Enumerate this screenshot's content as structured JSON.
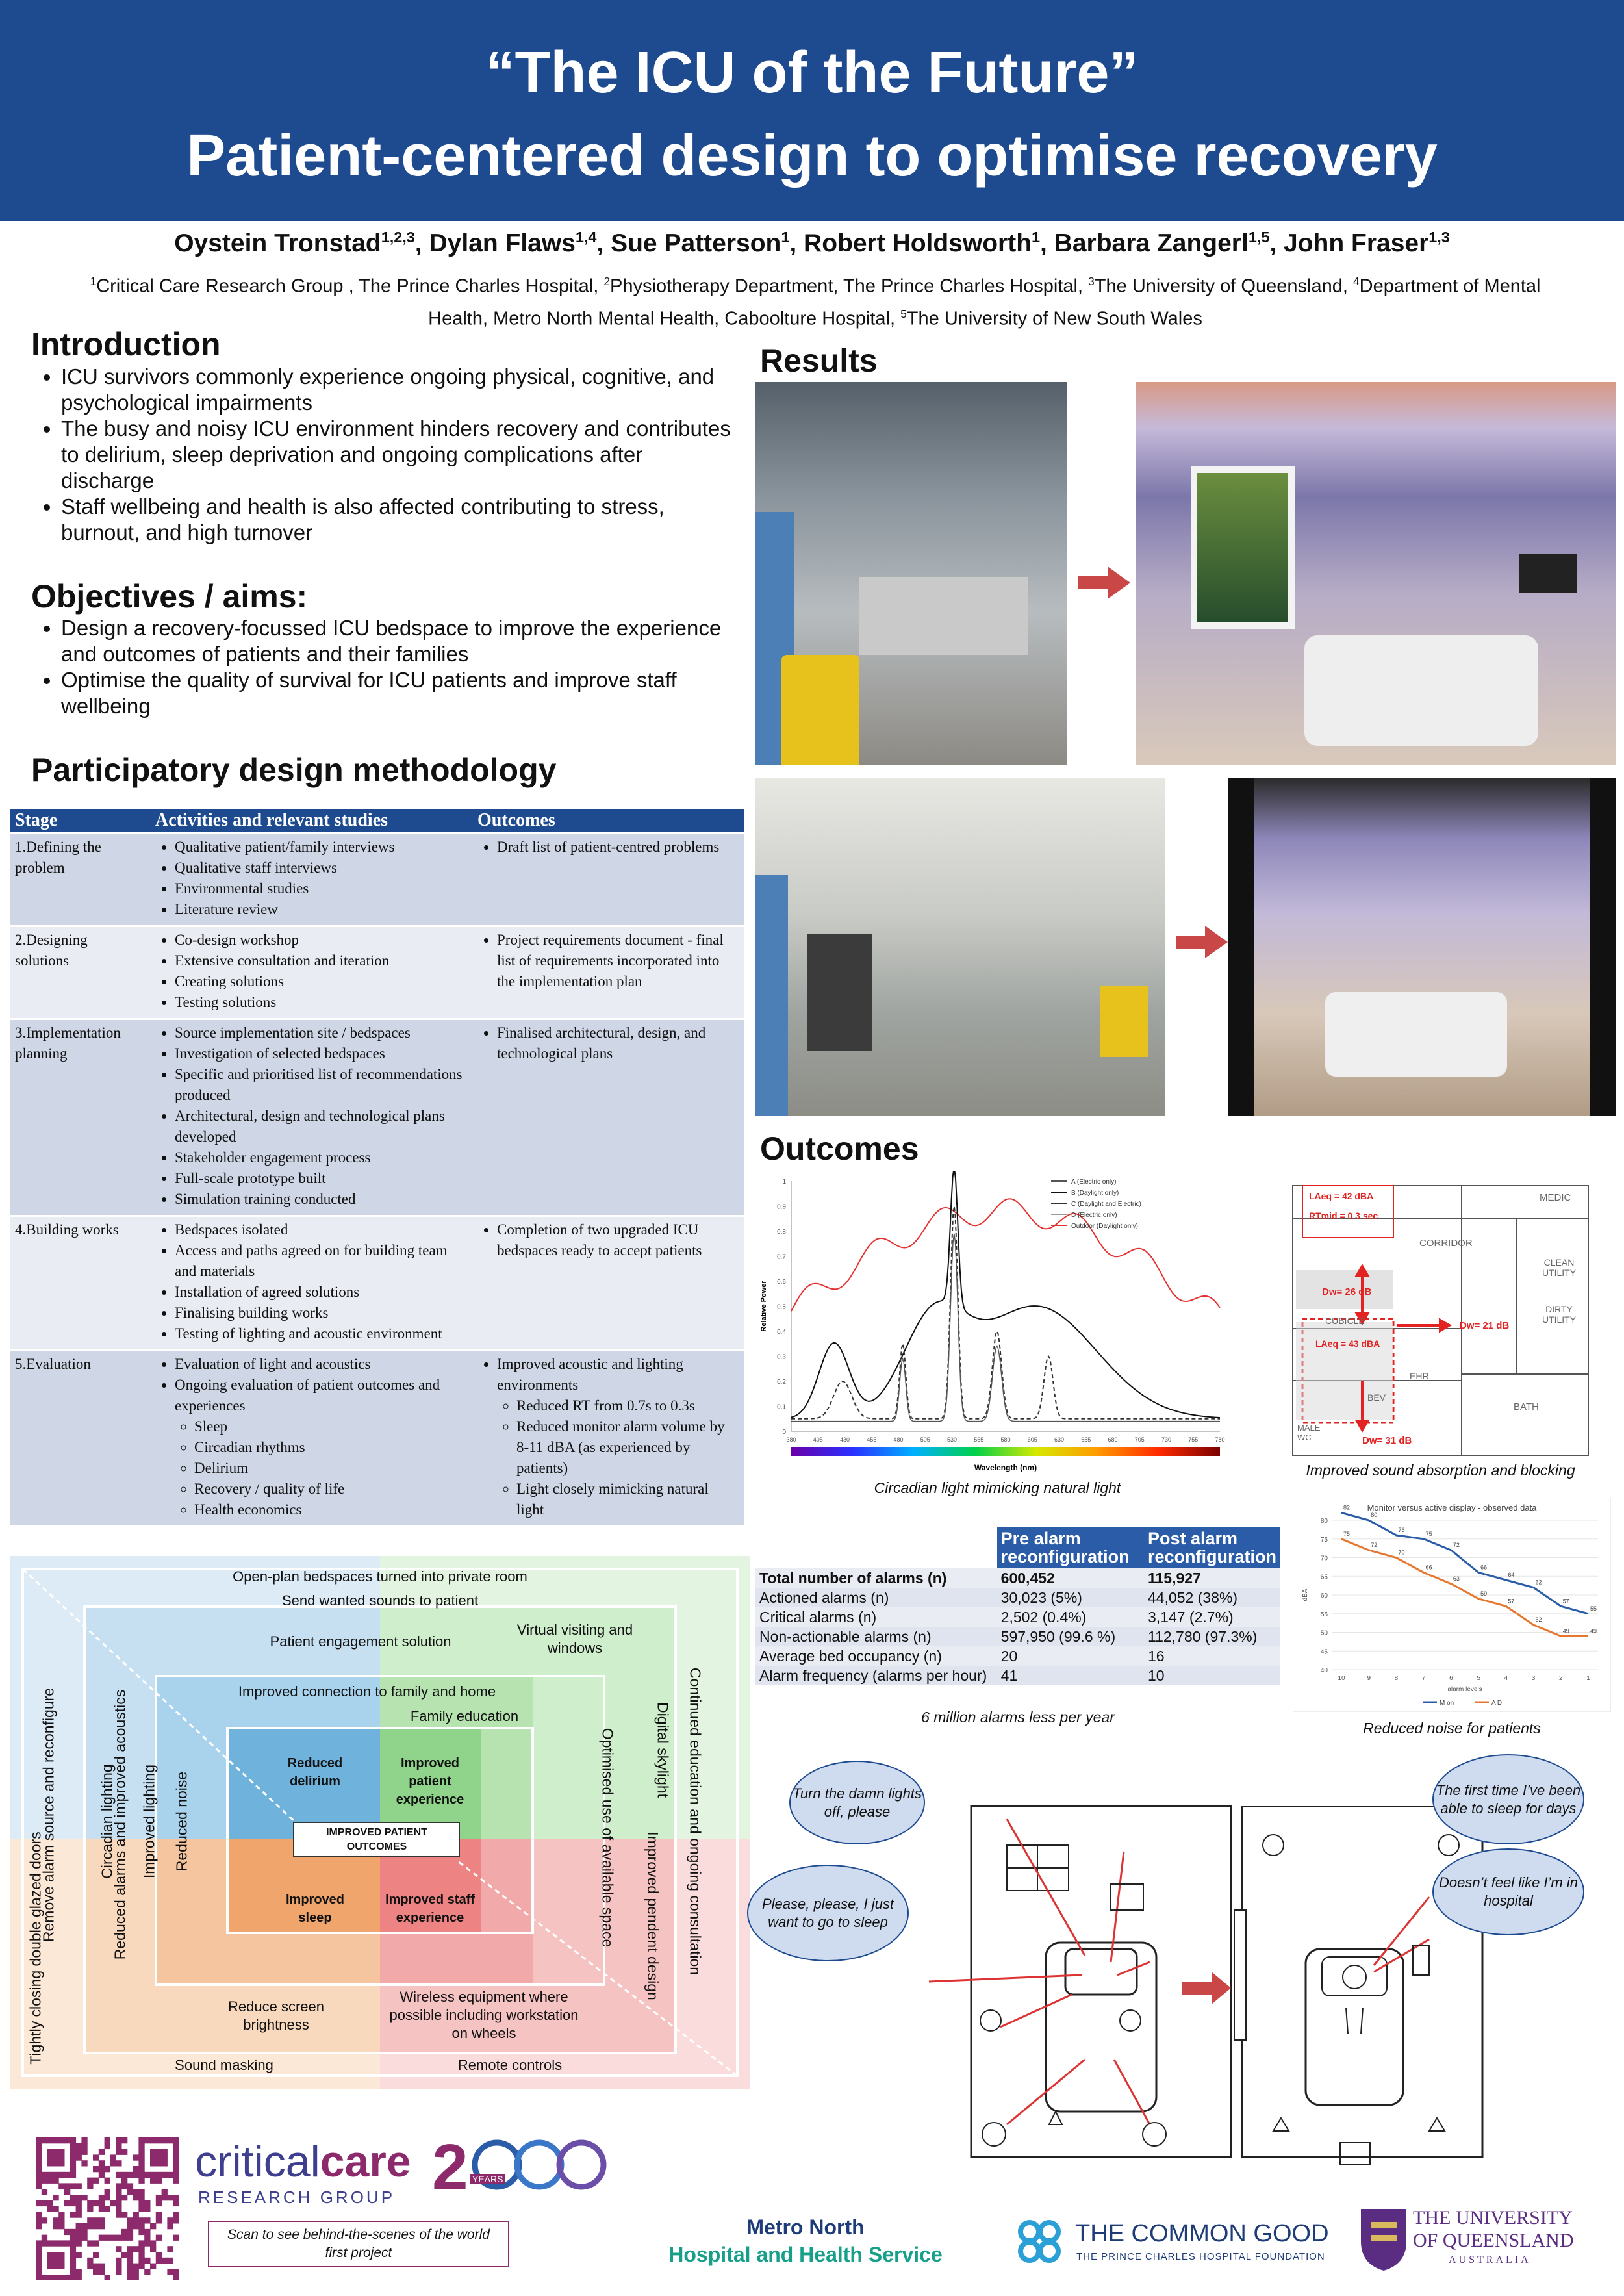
{
  "header": {
    "title_line1": "“The ICU of the Future”",
    "title_line2": "Patient-centered design to optimise recovery"
  },
  "authors": [
    {
      "name": "Oystein Tronstad",
      "sup": "1,2,3"
    },
    {
      "name": "Dylan Flaws",
      "sup": "1,4"
    },
    {
      "name": "Sue Patterson",
      "sup": "1"
    },
    {
      "name": "Robert Holdsworth",
      "sup": "1"
    },
    {
      "name": "Barbara Zangerl",
      "sup": "1,5"
    },
    {
      "name": "John Fraser",
      "sup": "1,3"
    }
  ],
  "affiliations": [
    {
      "sup": "1",
      "text": "Critical Care Research Group , The Prince Charles Hospital, "
    },
    {
      "sup": "2",
      "text": "Physiotherapy Department, The Prince Charles Hospital, "
    },
    {
      "sup": "3",
      "text": "The University of Queensland, "
    },
    {
      "sup": "4",
      "text": "Department of Mental Health, Metro North Mental Health, Caboolture Hospital, "
    },
    {
      "sup": "5",
      "text": "The University of New South Wales"
    }
  ],
  "introduction": {
    "heading": "Introduction",
    "bullets": [
      "ICU survivors commonly experience ongoing physical, cognitive, and psychological impairments",
      "The busy and noisy ICU environment hinders recovery and contributes to delirium, sleep deprivation and ongoing complications after discharge",
      "Staff wellbeing and health is also affected contributing to stress, burnout, and high turnover"
    ]
  },
  "objectives": {
    "heading": "Objectives / aims:",
    "bullets": [
      "Design a recovery-focussed ICU bedspace to improve the experience and outcomes of patients and their families",
      "Optimise the quality of survival for ICU patients and improve staff wellbeing"
    ]
  },
  "methodology": {
    "heading": "Participatory design methodology",
    "columns": [
      "Stage",
      "Activities and relevant studies",
      "Outcomes"
    ],
    "rows": [
      {
        "stage": "1.Defining the problem",
        "activities": [
          "Qualitative patient/family interviews",
          "Qualitative staff interviews",
          "Environmental studies",
          "Literature review"
        ],
        "outcomes": [
          "Draft list of patient-centred problems"
        ],
        "sub_outcomes": []
      },
      {
        "stage": "2.Designing solutions",
        "activities": [
          "Co-design workshop",
          "Extensive consultation and iteration",
          "Creating solutions",
          "Testing solutions"
        ],
        "outcomes": [
          "Project requirements document - final list of requirements incorporated into the implementation plan"
        ],
        "sub_outcomes": []
      },
      {
        "stage": "3.Implementation planning",
        "activities": [
          "Source implementation site / bedspaces",
          "Investigation of selected bedspaces",
          "Specific and prioritised list of recommendations produced",
          "Architectural, design and technological plans developed",
          "Stakeholder engagement process",
          "Full-scale prototype built",
          "Simulation training conducted"
        ],
        "outcomes": [
          "Finalised architectural, design, and technological plans"
        ],
        "sub_outcomes": []
      },
      {
        "stage": "4.Building works",
        "activities": [
          "Bedspaces isolated",
          "Access and paths agreed on for building team and materials",
          "Installation of agreed solutions",
          "Finalising building works",
          "Testing of lighting and acoustic environment"
        ],
        "outcomes": [
          "Completion of two upgraded ICU bedspaces ready to accept patients"
        ],
        "sub_outcomes": []
      },
      {
        "stage": "5.Evaluation",
        "activities": [
          "Evaluation of light and acoustics",
          "Ongoing evaluation of patient outcomes and experiences"
        ],
        "sub_activities": [
          "Sleep",
          "Circadian rhythms",
          "Delirium",
          "Recovery / quality of life",
          "Health economics"
        ],
        "outcomes": [
          "Improved acoustic and lighting environments"
        ],
        "sub_outcomes": [
          "Reduced RT from 0.7s to 0.3s",
          "Reduced monitor alarm volume by 8-11 dBA (as experienced by patients)",
          "Light closely mimicking natural light"
        ]
      }
    ]
  },
  "results": {
    "heading": "Results"
  },
  "outcomes": {
    "heading": "Outcomes",
    "light_caption": "Circadian light mimicking natural light",
    "sound_caption": "Improved sound absorption and blocking",
    "alarm_caption": "6 million alarms less per year",
    "noise_caption": "Reduced noise for patients",
    "floorplan_labels": {
      "laeq1": "LAeq = 42 dBA",
      "rt": "RTmid = 0.3 sec",
      "dw1": "Dw= 26 dB",
      "dw2": "Dw= 21 dB",
      "laeq2": "LAeq = 43 dBA",
      "dw3": "Dw= 31 dB",
      "medic": "MEDIC",
      "corridor": "CORRIDOR",
      "clean": "CLEAN UTILITY",
      "dirty": "DIRTY UTILITY",
      "bath": "BATH",
      "cubicle": "CUBICLE",
      "ehr": "EHR",
      "bev": "BEV",
      "male": "MALE WC"
    }
  },
  "alarm_table": {
    "headers": [
      "",
      "Pre alarm reconfiguration",
      "Post alarm reconfiguration"
    ],
    "rows": [
      [
        "Total number of alarms (n)",
        "600,452",
        "115,927"
      ],
      [
        "Actioned alarms (n)",
        "30,023 (5%)",
        "44,052 (38%)"
      ],
      [
        "Critical alarms (n)",
        "2,502 (0.4%)",
        "3,147 (2.7%)"
      ],
      [
        "Non-actionable alarms (n)",
        "597,950 (99.6 %)",
        "112,780 (97.3%)"
      ],
      [
        "Average bed occupancy (n)",
        "20",
        "16"
      ],
      [
        "Alarm frequency (alarms per hour)",
        "41",
        "10"
      ]
    ]
  },
  "diagram": {
    "items": {
      "open_plan": "Open-plan bedspaces turned into private room",
      "send_sounds": "Send wanted sounds to patient",
      "engagement": "Patient engagement solution",
      "virtual": "Virtual visiting and windows",
      "connection": "Improved connection to family and home",
      "family_ed": "Family education",
      "reduced_delirium": "Reduced delirium",
      "improved_exp": "Improved patient experience",
      "center": "IMPROVED PATIENT OUTCOMES",
      "improved_sleep": "Improved sleep",
      "improved_staff": "Improved staff experience",
      "reduce_screen": "Reduce screen brightness",
      "wireless": "Wireless equipment where possible including workstation on wheels",
      "sound_masking": "Sound masking",
      "remote": "Remote controls",
      "tightly": "Tightly closing double glazed doors",
      "remove_alarm": "Remove alarm source and reconfigure",
      "circadian": "Circadian lighting",
      "reduced_alarms": "Reduced alarms and improved acoustics",
      "improved_lighting": "Improved lighting",
      "reduced_noise": "Reduced noise",
      "optimised": "Optimised use of available space",
      "digital_skylight": "Digital skylight",
      "continued": "Continued education and ongoing consultation",
      "pendent": "Improved pendent design"
    }
  },
  "bubbles": {
    "b1": "Turn the damn lights off, please",
    "b2": "Please, please, I just want to go to sleep",
    "b3": "The first time I’ve been able to sleep for days",
    "b4": "Doesn’t feel like I’m in hospital"
  },
  "light_chart": {
    "legend": [
      "A (Electric only)",
      "B (Daylight only)",
      "C (Daylight and Electric)",
      "D (Electric only)",
      "Outdoor (Daylight only)"
    ],
    "xlabel": "Wavelength (nm)",
    "ylabel": "Relative Power",
    "x_ticks": [
      "380",
      "405",
      "430",
      "455",
      "480",
      "505",
      "530",
      "555",
      "580",
      "605",
      "630",
      "655",
      "680",
      "705",
      "730",
      "755",
      "780"
    ],
    "y_ticks": [
      "0",
      "0.1",
      "0.2",
      "0.3",
      "0.4",
      "0.5",
      "0.6",
      "0.7",
      "0.8",
      "0.9",
      "1"
    ],
    "colors": {
      "A": "#555555",
      "B": "#111111",
      "C": "#333333",
      "D": "#999999",
      "Outdoor": "#e53030"
    }
  },
  "noise_chart": {
    "title": "Monitor versus active display - observed data",
    "ylabel": "dBA",
    "xlabel": "alarm levels",
    "x_ticks": [
      "10",
      "9",
      "8",
      "7",
      "6",
      "5",
      "4",
      "3",
      "2",
      "1"
    ],
    "y_ticks": [
      "40",
      "45",
      "50",
      "55",
      "60",
      "65",
      "70",
      "75",
      "80"
    ],
    "legend": [
      "M on",
      "A D"
    ],
    "series": [
      {
        "name": "M on",
        "values": [
          82,
          80,
          76,
          75,
          72,
          66,
          64,
          62,
          57,
          55
        ],
        "color": "#2b5ca8"
      },
      {
        "name": "A D",
        "values": [
          75,
          72,
          70,
          66,
          63,
          59,
          57,
          52,
          49,
          49
        ],
        "color": "#e6772e"
      }
    ]
  },
  "footer": {
    "critical_care_1": "critical",
    "critical_care_2": "care",
    "research_group": "RESEARCH GROUP",
    "years": "YEARS",
    "scan_note": "Scan to see behind-the-scenes of the world first project",
    "metro_north_1": "Metro North",
    "metro_north_2": "Hospital and Health Service",
    "common_good": "THE COMMON GOOD",
    "common_good_sub": "THE PRINCE CHARLES HOSPITAL FOUNDATION",
    "uq_1": "THE UNIVERSITY",
    "uq_2": "OF QUEENSLAND",
    "uq_3": "AUSTRALIA"
  }
}
